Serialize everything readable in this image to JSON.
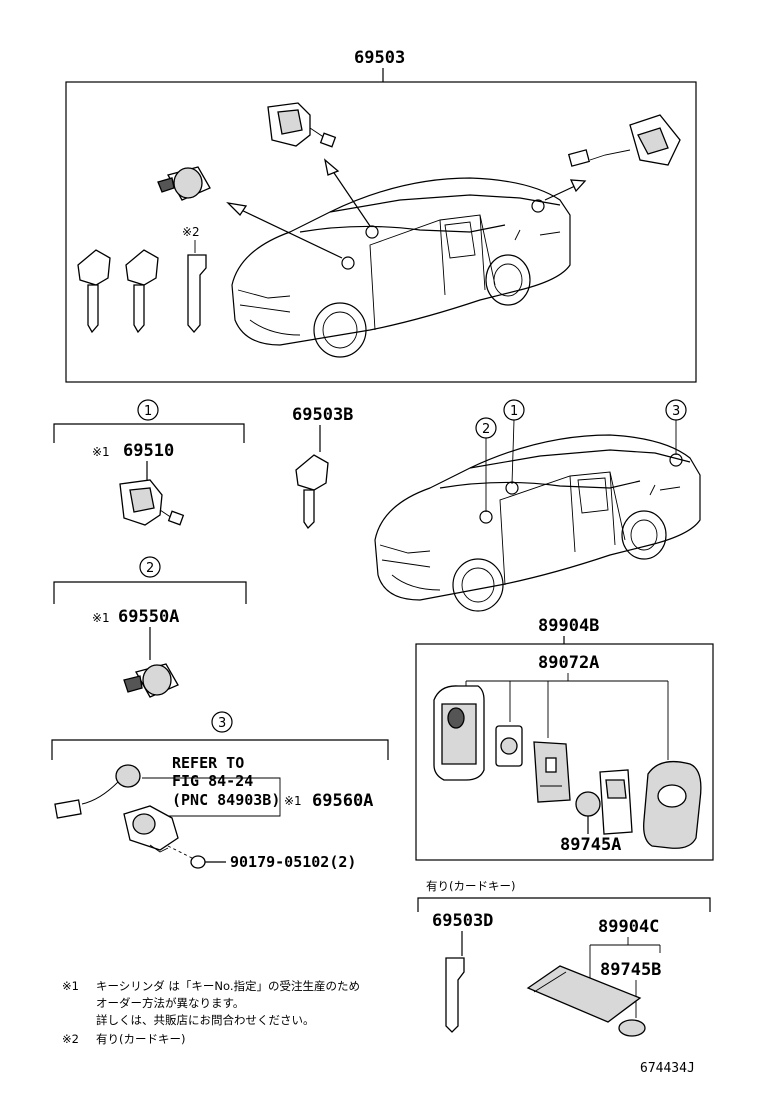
{
  "parts": {
    "p69503": "69503",
    "p69503b": "69503B",
    "p69510": "69510",
    "p69550a": "69550A",
    "p69560a": "69560A",
    "p90179": "90179-05102(2)",
    "p89904b": "89904B",
    "p89072a": "89072A",
    "p89745a": "89745A",
    "p69503d": "69503D",
    "p89904c": "89904C",
    "p89745b": "89745B"
  },
  "marks": {
    "ref1": "※1",
    "ref2": "※2",
    "circle1": "1",
    "circle2": "2",
    "circle3": "3"
  },
  "refer": {
    "line1": "REFER TO",
    "line2": "FIG 84-24",
    "line3": "(PNC 84903B)"
  },
  "section_card_key": "有り(カードキー)",
  "notes": {
    "n1_mark": "※1",
    "n1_line1": "キーシリンダ は「キーNo.指定」の受注生産のため",
    "n1_line2": "オーダー方法が異なります。",
    "n1_line3": "詳しくは、共販店にお問合わせください。",
    "n2_mark": "※2",
    "n2_line1": "有り(カードキー)"
  },
  "figure_id": "674434J"
}
